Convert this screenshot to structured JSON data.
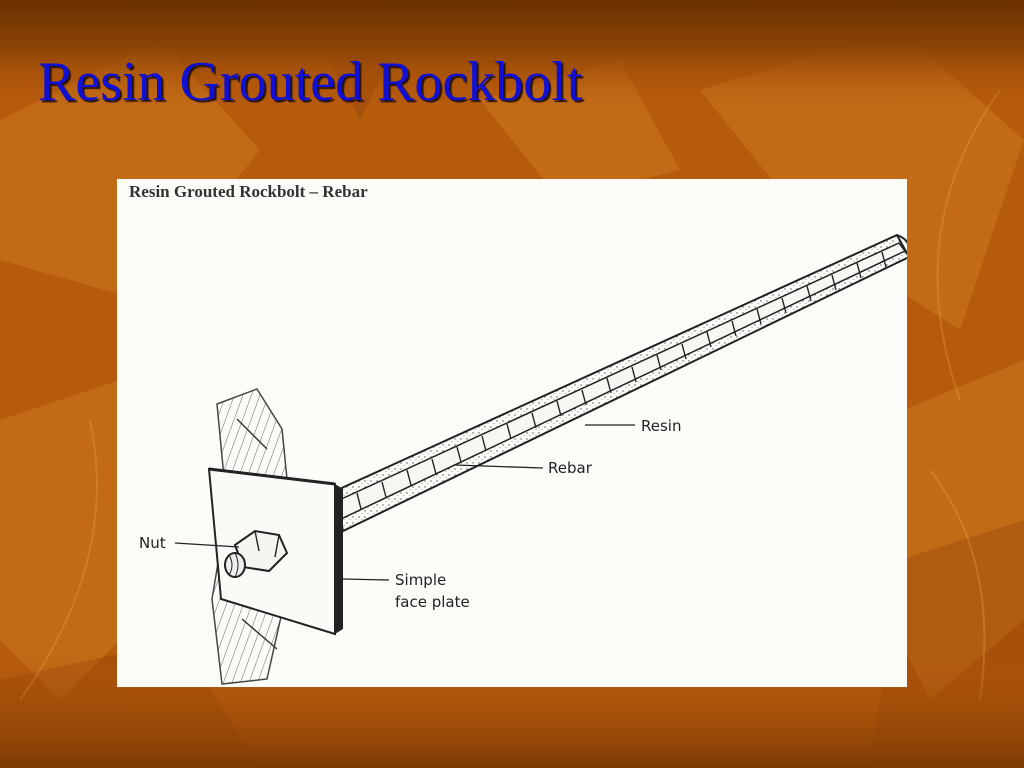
{
  "slide": {
    "title": "Resin Grouted Rockbolt",
    "background_color": "#b65a0c",
    "title_color": "#1111d6"
  },
  "figure": {
    "caption": "Resin Grouted Rockbolt – Rebar",
    "labels": {
      "resin": "Resin",
      "rebar": "Rebar",
      "nut": "Nut",
      "face_plate_line1": "Simple",
      "face_plate_line2": "face plate"
    }
  }
}
